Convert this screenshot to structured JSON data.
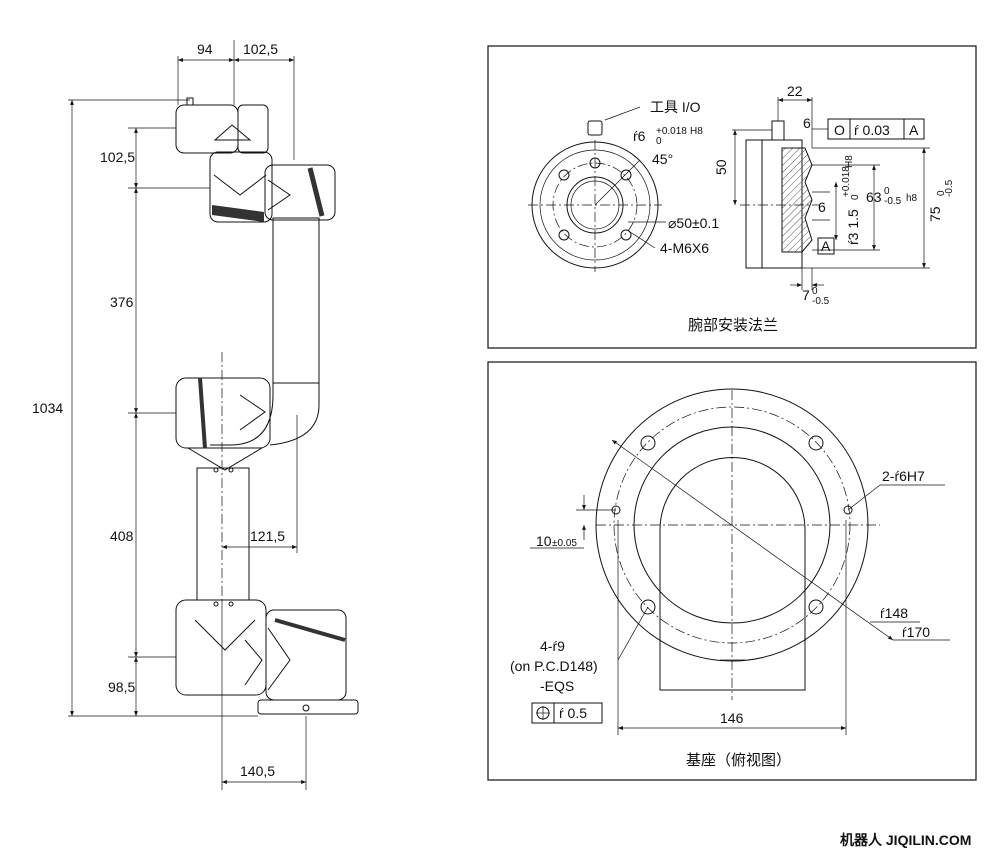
{
  "arm_view": {
    "top_dims": [
      "94",
      "102,5"
    ],
    "left_dims": [
      "102,5",
      "376",
      "408",
      "98,5"
    ],
    "total_height": "1034",
    "forearm_offset": "121,5",
    "base_offset": "140,5"
  },
  "wrist_flange": {
    "title": "腕部安装法兰",
    "tool_io_label": "工具 I/O",
    "hole_dia": "ŕ6",
    "hole_tol_upper": "+0.018",
    "hole_tol_lower": "0",
    "hole_fit": "H8",
    "angle": "45°",
    "pcd": "⌀50±0.1",
    "thread_holes": "4-M6X6",
    "dim_22": "22",
    "dim_6_top": "6",
    "tolerance_symbol": "O",
    "tolerance_value": "ŕ 0.03",
    "datum": "A",
    "dim_50": "50",
    "dim_6_mid": "6",
    "fit_63": "63",
    "fit_63_tol_upper": "0",
    "fit_63_tol_lower": "-0.5",
    "fit_63_class": "h8",
    "spigot_31_5": "ŕ3 1.5",
    "spigot_tol_upper": "+0.018",
    "spigot_tol_lower": "0",
    "spigot_class": "H8",
    "dim_75": "75",
    "dim_75_tol_upper": "0",
    "dim_75_tol_lower": "-0.5",
    "dim_7": "7",
    "dim_7_tol_upper": "0",
    "dim_7_tol_lower": "-0.5",
    "datum_box": "A"
  },
  "base_view": {
    "title": "基座（俯视图）",
    "dowel_holes": "2-ŕ6H7",
    "offset": "10",
    "offset_tol": "±0.05",
    "pcd_148": "ŕ148",
    "dia_170": "ŕ170",
    "holes_line1": "4-ŕ9",
    "holes_line2": "(on P.C.D148)",
    "holes_line3": "-EQS",
    "position_tol": "ŕ 0.5",
    "width_146": "146"
  },
  "watermark": "机器人 JIQILIN.COM",
  "colors": {
    "line": "#111111",
    "arm_fill": "#f4f4f4",
    "hatch": "#555555"
  }
}
